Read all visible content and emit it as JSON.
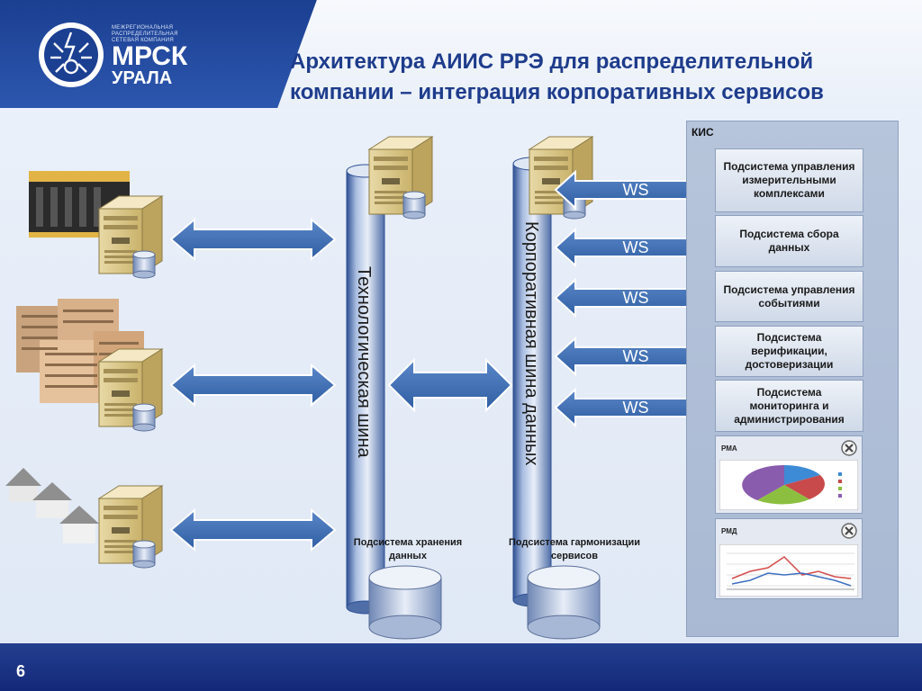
{
  "header": {
    "logo": {
      "tagline": [
        "Межрегиональная",
        "распределительная",
        "сетевая компания"
      ],
      "name_line1": "МРСК",
      "name_line2": "УРАЛА"
    },
    "title_line1": "Архитектура АИИС РРЭ для распределительной",
    "title_line2": "компании – интеграция корпоративных сервисов"
  },
  "diagram": {
    "tech_bus_label": "Технологическая шина",
    "data_bus_label": "Корпоративная шина данных",
    "storage_label": "Подсистема хранения данных",
    "harmonization_label": "Подсистема гармонизации сервисов",
    "ws_labels": [
      "WS",
      "WS",
      "WS",
      "WS",
      "WS"
    ],
    "kis": {
      "title": "КИС",
      "subsystems": [
        "Подсистема управления измерительными комплексами",
        "Подсистема сбора данных",
        "Подсистема управления событиями",
        "Подсистема верификации, достоверизации",
        "Подсистема мониторинга и администрирования"
      ],
      "pma_title": "РМА",
      "pmd_title": "РМД"
    }
  },
  "footer": {
    "page_number": "6"
  },
  "colors": {
    "brand_blue": "#1e3c8c",
    "arrow_blue": "#3f6fb4",
    "panel": "#b0bfd8"
  }
}
